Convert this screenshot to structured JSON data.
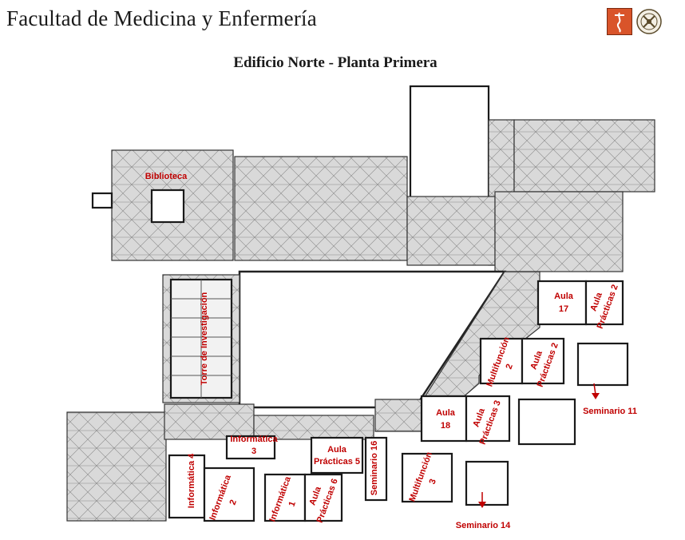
{
  "header": {
    "title": "Facultad de Medicina y Enfermería"
  },
  "map": {
    "title": "Edificio Norte - Planta Primera"
  },
  "rooms": {
    "biblioteca": "Biblioteca",
    "torre": "Torre de Investigación",
    "aula17_line1": "Aula",
    "aula17_line2": "17",
    "aula_practicas2a_line1": "Aula",
    "aula_practicas2a_line2": "Prácticas 2",
    "multifuncion2_line1": "Multifunción",
    "multifuncion2_line2": "2",
    "aula_practicas2b_line1": "Aula",
    "aula_practicas2b_line2": "Prácticas 2",
    "seminario11": "Seminario 11",
    "aula18_line1": "Aula",
    "aula18_line2": "18",
    "aula_practicas3_line1": "Aula",
    "aula_practicas3_line2": "Prácticas 3",
    "informatica4": "Informática 4",
    "informatica3_line1": "Informática",
    "informatica3_line2": "3",
    "aula_practicas5_line1": "Aula",
    "aula_practicas5_line2": "Prácticas 5",
    "seminario16": "Seminario 16",
    "informatica2_line1": "Informática",
    "informatica2_line2": "2",
    "informatica1_line1": "Informática",
    "informatica1_line2": "1",
    "aula_practicas6_line1": "Aula",
    "aula_practicas6_line2": "Prácticas 6",
    "multifuncion3_line1": "Multifunción",
    "multifuncion3_line2": "3",
    "seminario14": "Seminario 14"
  },
  "colors": {
    "label": "#c00000",
    "logo_left": "#d9542a",
    "logo_right": "#8a7a55"
  }
}
